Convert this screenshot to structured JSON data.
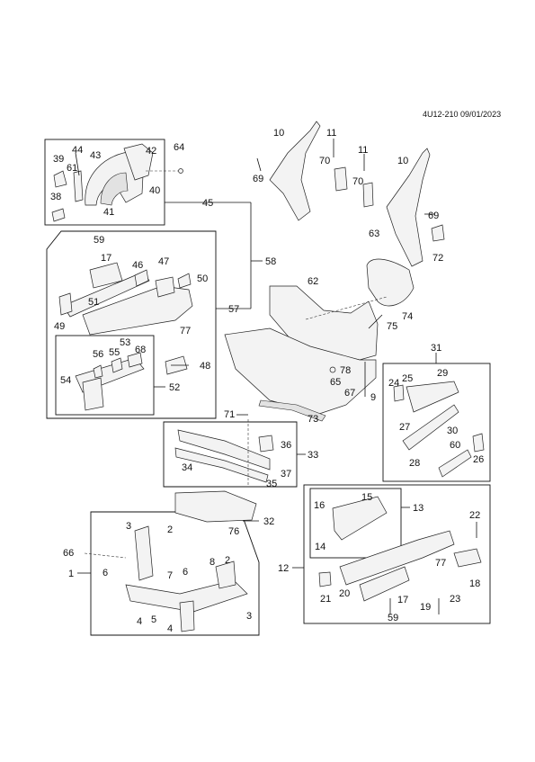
{
  "header": {
    "ref": "4U12-210 09/01/2023"
  },
  "callouts": {
    "c1": "1",
    "c2a": "2",
    "c2b": "2",
    "c3a": "3",
    "c3b": "3",
    "c4a": "4",
    "c4b": "4",
    "c5": "5",
    "c6a": "6",
    "c6b": "6",
    "c7": "7",
    "c8": "8",
    "c9": "9",
    "c10a": "10",
    "c10b": "10",
    "c11a": "11",
    "c11b": "11",
    "c12": "12",
    "c13": "13",
    "c14": "14",
    "c15": "15",
    "c16": "16",
    "c17a": "17",
    "c17b": "17",
    "c18": "18",
    "c19": "19",
    "c20": "20",
    "c21": "21",
    "c22": "22",
    "c23": "23",
    "c24": "24",
    "c25": "25",
    "c26": "26",
    "c27": "27",
    "c28": "28",
    "c29": "29",
    "c30": "30",
    "c31": "31",
    "c32": "32",
    "c33": "33",
    "c34": "34",
    "c35": "35",
    "c36": "36",
    "c37": "37",
    "c38": "38",
    "c39": "39",
    "c40": "40",
    "c41": "41",
    "c42": "42",
    "c43": "43",
    "c44": "44",
    "c45": "45",
    "c46": "46",
    "c47": "47",
    "c48": "48",
    "c49": "49",
    "c50": "50",
    "c51": "51",
    "c52": "52",
    "c53": "53",
    "c54": "54",
    "c55": "55",
    "c56": "56",
    "c57": "57",
    "c58": "58",
    "c59a": "59",
    "c59b": "59",
    "c60": "60",
    "c61": "61",
    "c62": "62",
    "c63": "63",
    "c64": "64",
    "c65": "65",
    "c66": "66",
    "c67": "67",
    "c68": "68",
    "c69a": "69",
    "c69b": "69",
    "c70a": "70",
    "c70b": "70",
    "c71": "71",
    "c72": "72",
    "c73": "73",
    "c74": "74",
    "c75": "75",
    "c76": "76",
    "c77a": "77",
    "c77b": "77",
    "c78": "78"
  }
}
